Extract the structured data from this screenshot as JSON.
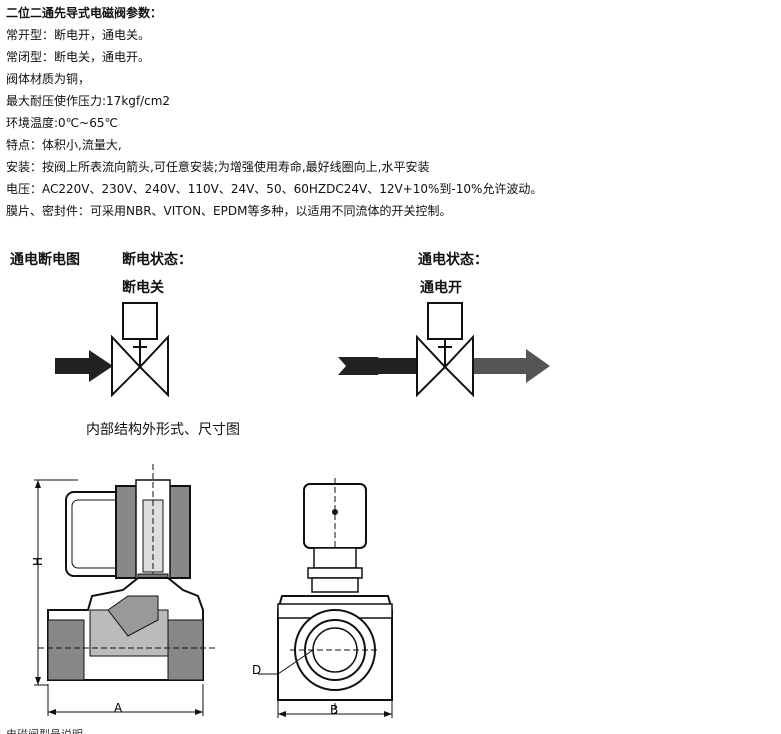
{
  "specs": {
    "title": "二位二通先导式电磁阀参数：",
    "lines": [
      "常开型：断电开，通电关。",
      "常闭型：断电关，通电开。",
      "阀体材质为铜，",
      "最大耐压使作压力:17kgf/cm2",
      "环境温度:0℃~65℃",
      "特点：体积小,流量大,",
      "安装：按阀上所表流向箭头,可任意安装;为增强使用寿命,最好线圈向上,水平安装",
      "电压：AC220V、230V、240V、110V、24V、50、60HZDC24V、12V+10%到-10%允许波动。",
      "膜片、密封件：可采用NBR、VITON、EPDM等多种，以适用不同流体的开关控制。"
    ]
  },
  "diagram": {
    "title": "通电断电图",
    "off_state_label": "断电状态：",
    "off_state_value": "断电关",
    "on_state_label": "通电状态：",
    "on_state_value": "通电开"
  },
  "structure": {
    "caption": "内部结构外形式、尺寸图",
    "dim_h": "H",
    "dim_a": "A",
    "dim_b": "B",
    "dim_d": "D"
  },
  "footer_partial": "电磁阀型号说明"
}
